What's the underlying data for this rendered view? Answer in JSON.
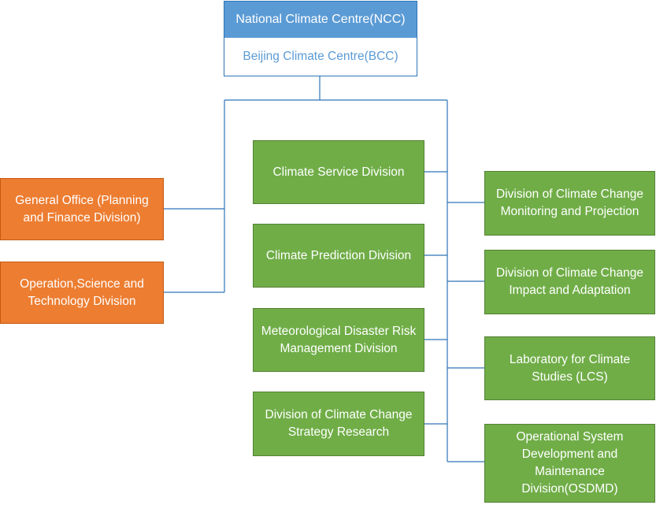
{
  "colors": {
    "top_header": "#5b9bd5",
    "top_sub_text": "#5b9bd5",
    "connector": "#2e75b6",
    "green_box": "#70ad47",
    "orange_box": "#ed7d31"
  },
  "top": {
    "title": "National Climate Centre(NCC)",
    "subtitle": "Beijing Climate Centre(BCC)"
  },
  "left_units": [
    "General Office (Planning and Finance Division)",
    "Operation,Science and Technology Division"
  ],
  "middle_divisions": [
    "Climate Service Division",
    "Climate Prediction Division",
    "Meteorological Disaster Risk Management Division",
    "Division of Climate Change Strategy Research"
  ],
  "right_divisions": [
    "Division of Climate Change Monitoring and Projection",
    "Division of Climate Change Impact and Adaptation",
    "Laboratory for Climate Studies (LCS)",
    "Operational System Development and Maintenance Division(OSDMD)"
  ]
}
